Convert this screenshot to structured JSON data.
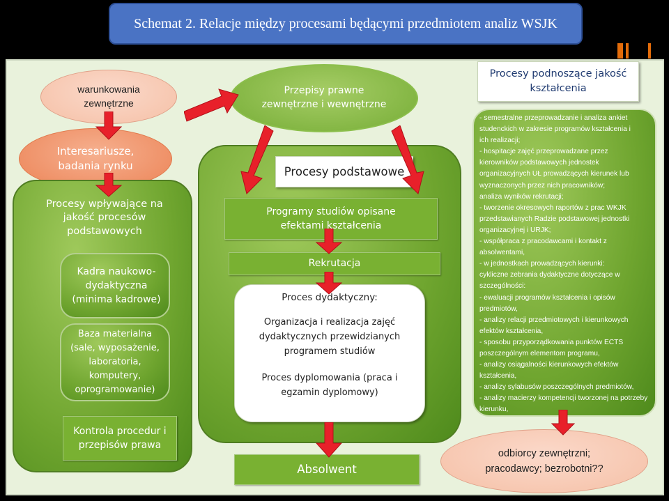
{
  "title": "Schemat 2. Relacje między procesami będącymi przedmiotem analiz WSJK",
  "left": {
    "oval_top": "warunkowania zewnętrzne",
    "oval_mid": "Interesariusze, badania rynku",
    "box_header": "Procesy wpływające na jakość procesów podstawowych",
    "item1": "Kadra naukowo-dydaktyczna (minima kadrowe)",
    "item2": "Baza materialna (sale, wyposażenie, laboratoria, komputery, oprogramowanie)",
    "bottom": "Kontrola procedur i przepisów prawa"
  },
  "center": {
    "top_oval": "Przepisy prawne zewnętrzne i wewnętrzne",
    "header": "Procesy podstawowe",
    "programs": "Programy studiów opisane efektami kształcenia",
    "recruitment": "Rekrutacja",
    "didactic_title": "Proces dydaktyczny:",
    "didactic_body": "Organizacja i realizacja zajęć dydaktycznych przewidzianych programem studiów",
    "diploma": "Proces dyplomowania (praca i egzamin dyplomowy)",
    "graduate": "Absolwent"
  },
  "right": {
    "header": "Procesy podnoszące jakość kształcenia",
    "lines": [
      "- semestralne przeprowadzanie i analiza ankiet",
      "studenckich w zakresie programów kształcenia i",
      "ich realizacji;",
      "- hospitacje zajęć przeprowadzane przez",
      "kierowników podstawowych jednostek",
      "organizacyjnych UŁ prowadzących kierunek lub",
      "wyznaczonych przez nich pracowników;",
      "analiza wyników rekrutacji;",
      "- tworzenie okresowych raportów z prac WKJK",
      "przedstawianych Radzie podstawowej jednostki",
      "organizacyjnej i URJK;",
      "- współpraca z pracodawcami i kontakt z",
      "absolwentami,",
      "- w jednostkach prowadzących kierunki:",
      "cykliczne zebrania dydaktyczne dotyczące w",
      "szczególności:",
      "- ewaluacji programów kształcenia i opisów",
      "predmiotów,",
      " - analizy relacji przedmiotowych i kierunkowych",
      "efektów kształcenia,",
      "- sposobu przyporządkowania punktów ECTS",
      "poszczególnym elementom programu,",
      "- analizy osiągalności kierunkowych efektów",
      "kształcenia,",
      "- analizy sylabusów poszczególnych predmiotów,",
      "- analizy macierzy kompetencji tworzonej na potrzeby",
      "kierunku,"
    ],
    "oval_bottom": "odbiorcy zewnętrzni; pracodawcy; bezrobotni??"
  },
  "colors": {
    "title_bg": "#4a73c4",
    "panel_bg": "#e9f2dc",
    "green": "#6fa52f",
    "arrow_red": "#e8202a",
    "oval_peach": "#f6c6b1",
    "oval_orange": "#f1996f"
  }
}
